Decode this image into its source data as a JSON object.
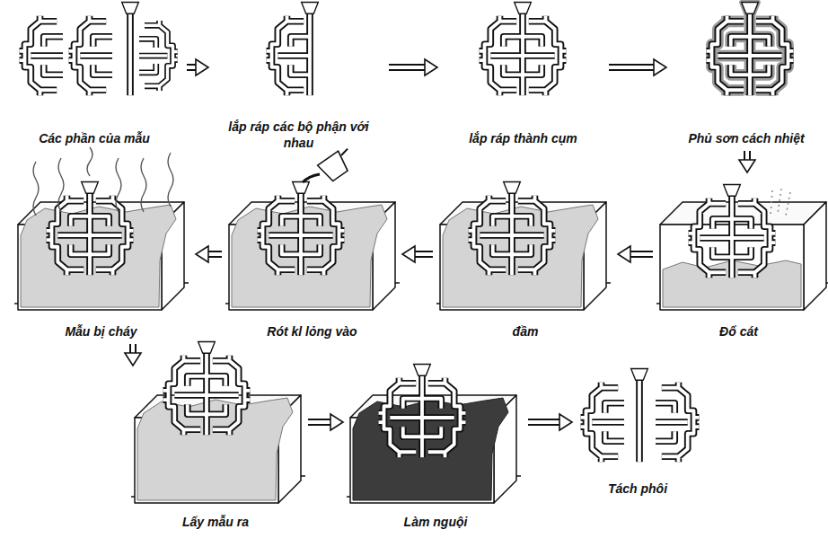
{
  "diagram": {
    "nodes": [
      {
        "text": [
          "Các phần của mẫu"
        ]
      },
      {
        "text": [
          "lắp ráp các bộ phận với nhau"
        ]
      },
      {
        "text": [
          "lắp ráp thành cụm"
        ]
      },
      {
        "text": [
          "Phủ sơn cách nhiệt"
        ]
      },
      {
        "text": [
          "Đổ cát"
        ]
      },
      {
        "text": [
          "đầm"
        ]
      },
      {
        "text": [
          "Rót kl lỏng vào"
        ]
      },
      {
        "text": [
          "Mẫu bị cháy"
        ]
      },
      {
        "text": [
          "Lấy mẫu ra"
        ]
      },
      {
        "text": [
          "Làm nguội"
        ]
      },
      {
        "text": [
          "Tách phôi"
        ]
      }
    ],
    "edges": [
      {
        "from": 0,
        "to": 1,
        "arrow": "to"
      },
      {
        "from": 1,
        "to": 2,
        "arrow": "to"
      },
      {
        "from": 2,
        "to": 3,
        "arrow": "to"
      },
      {
        "from": 3,
        "to": 4,
        "arrow": "to"
      },
      {
        "from": 4,
        "to": 5,
        "arrow": "to"
      },
      {
        "from": 5,
        "to": 6,
        "arrow": "to"
      },
      {
        "from": 6,
        "to": 7,
        "arrow": "to"
      },
      {
        "from": 7,
        "to": 8,
        "arrow": "to"
      },
      {
        "from": 8,
        "to": 9,
        "arrow": "to"
      },
      {
        "from": 9,
        "to": 10,
        "arrow": "to"
      }
    ]
  }
}
